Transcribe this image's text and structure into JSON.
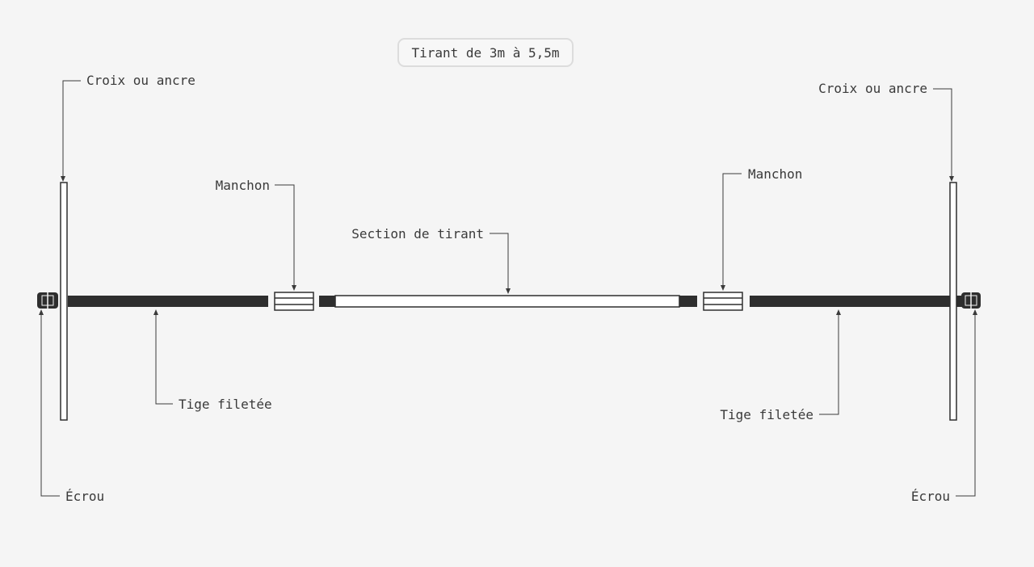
{
  "title": "Tirant de 3m à 5,5m",
  "labels": {
    "cross_left": "Croix ou ancre",
    "cross_right": "Croix ou ancre",
    "sleeve_left": "Manchon",
    "sleeve_right": "Manchon",
    "section": "Section de tirant",
    "rod_left": "Tige filetée",
    "rod_right": "Tige filetée",
    "nut_left": "Écrou",
    "nut_right": "Écrou"
  },
  "colors": {
    "background": "#f5f5f5",
    "line": "#2e2e2e",
    "text": "#3a3a3a"
  }
}
